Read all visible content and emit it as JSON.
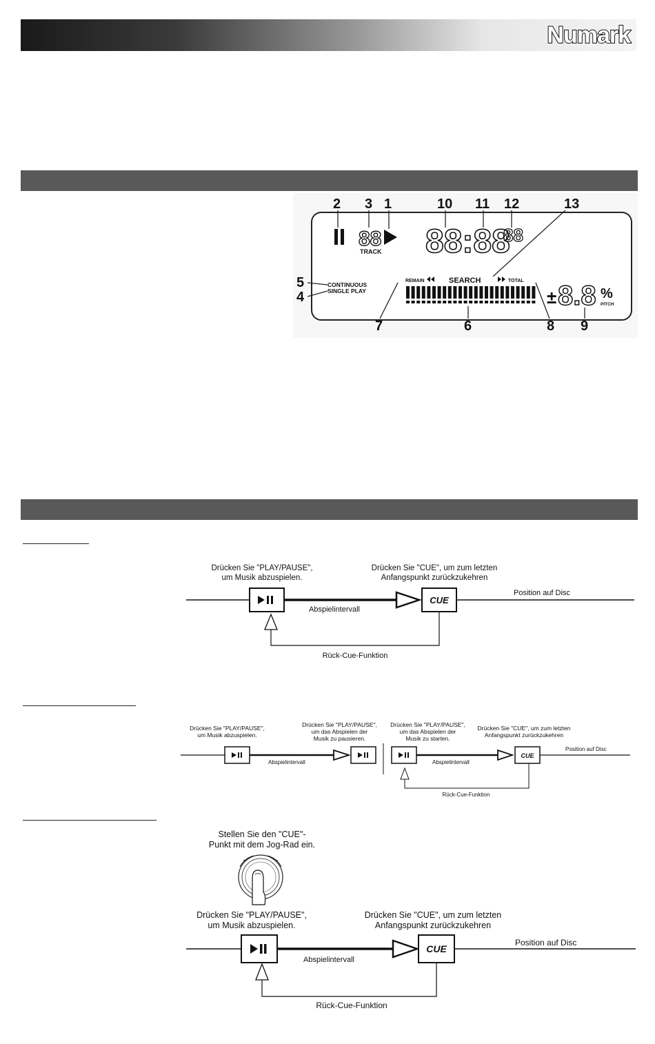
{
  "brand": "Numark",
  "display_diagram": {
    "callouts": [
      "1",
      "2",
      "3",
      "4",
      "5",
      "6",
      "7",
      "8",
      "9",
      "10",
      "11",
      "12",
      "13"
    ],
    "track_label": "TRACK",
    "continuous_label": "CONTINUOUS",
    "single_play_label": "SINGLE PLAY",
    "remain_label": "REMAIN",
    "search_label": "SEARCH",
    "total_label": "TOTAL",
    "pitch_label": "PITCH",
    "time_digits": "88:88",
    "frame_digits": "88",
    "track_digits": "88",
    "pitch_sign": "±",
    "pitch_digits": "8.8",
    "pitch_unit": "%"
  },
  "cue_diagram_1": {
    "play_caption_l1": "Drücken Sie \"PLAY/PAUSE\",",
    "play_caption_l2": "um Musik abzuspielen.",
    "cue_caption_l1": "Drücken Sie \"CUE\", um zum letzten",
    "cue_caption_l2": "Anfangspunkt zurückzukehren",
    "interval_label": "Abspielintervall",
    "position_label": "Position auf Disc",
    "return_label": "Rück-Cue-Funktion",
    "cue_button": "CUE"
  },
  "cue_diagram_2": {
    "play_caption_l1": "Drücken Sie \"PLAY/PAUSE\",",
    "play_caption_l2": "um Musik abzuspielen.",
    "pause_caption_l1": "Drücken Sie \"PLAY/PAUSE\",",
    "pause_caption_l2": "um das Abspielen der",
    "pause_caption_l3": "Musik zu pausieren.",
    "start_caption_l1": "Drücken Sie \"PLAY/PAUSE\",",
    "start_caption_l2": "um das Abspielen der",
    "start_caption_l3": "Musik zu starten.",
    "cue_caption_l1": "Drücken Sie \"CUE\", um zum letzten",
    "cue_caption_l2": "Anfangspunkt zurückzukehren",
    "interval_label": "Abspielintervall",
    "position_label": "Position auf Disc",
    "return_label": "Rück-Cue-Funktion",
    "cue_button": "CUE"
  },
  "cue_diagram_3": {
    "jog_caption_l1": "Stellen Sie den \"CUE\"-",
    "jog_caption_l2": "Punkt mit dem Jog-Rad ein.",
    "play_caption_l1": "Drücken Sie \"PLAY/PAUSE\",",
    "play_caption_l2": "um Musik abzuspielen.",
    "cue_caption_l1": "Drücken Sie \"CUE\", um zum letzten",
    "cue_caption_l2": "Anfangspunkt zurückzukehren",
    "interval_label": "Abspielintervall",
    "position_label": "Position auf Disc",
    "return_label": "Rück-Cue-Funktion",
    "cue_button": "CUE"
  }
}
